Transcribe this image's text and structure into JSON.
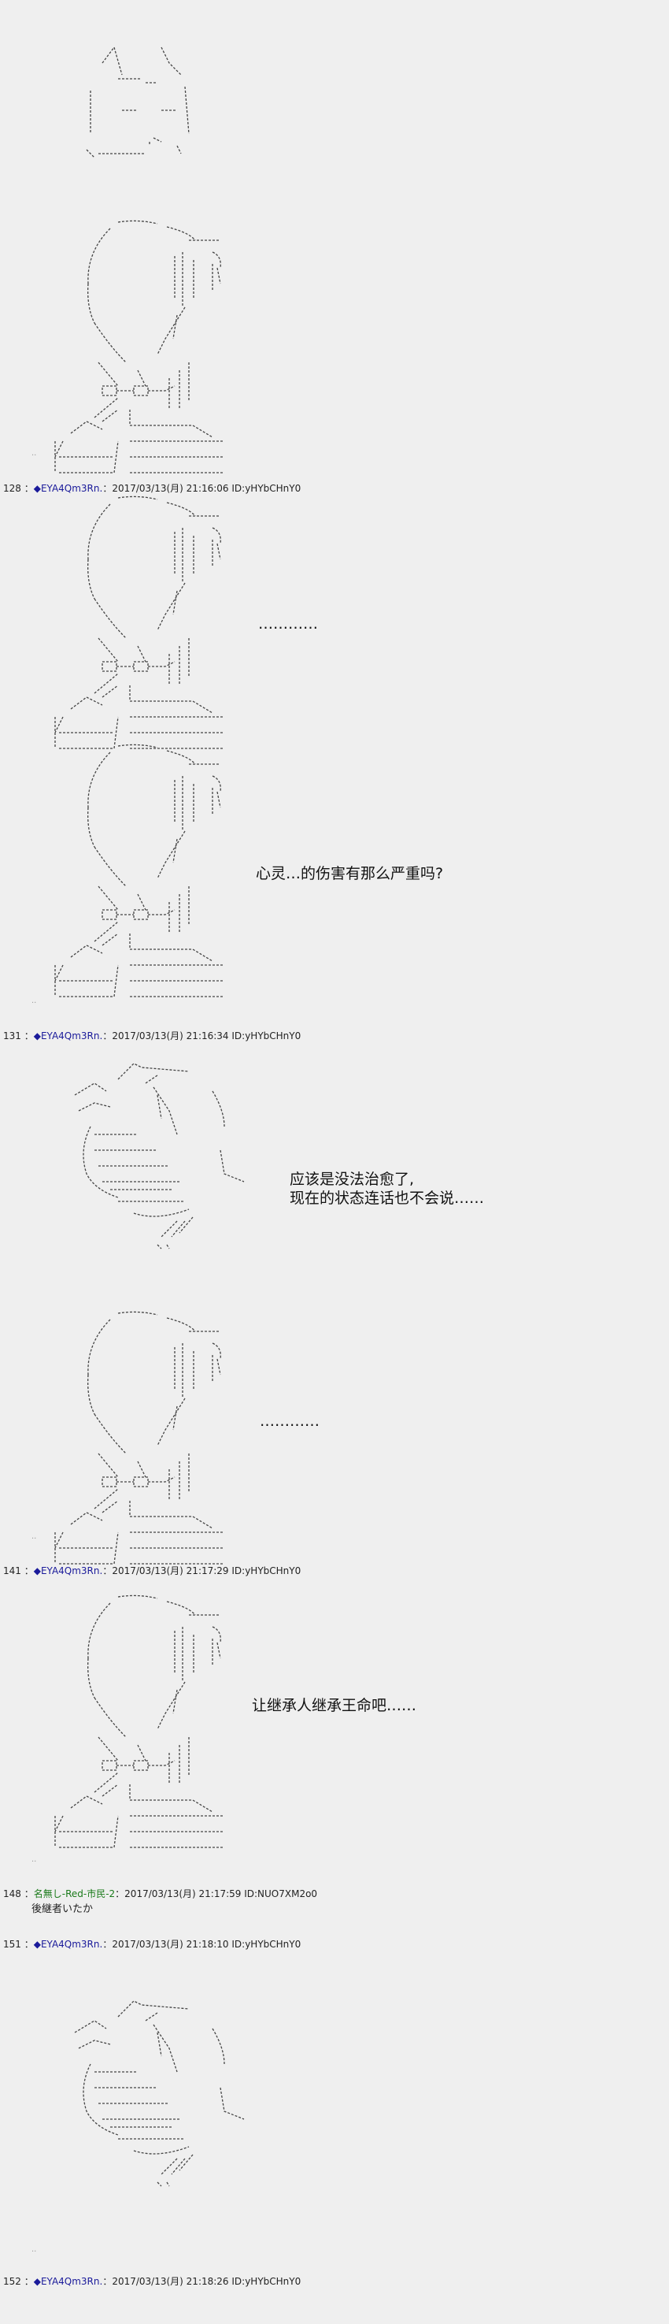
{
  "posts": [
    {
      "num": "128",
      "name": "◆EYA4Qm3Rn.",
      "meta": "：2017/03/13(月) 21:16:06 ID:yHYbCHnY0"
    },
    {
      "num": "131",
      "name": "◆EYA4Qm3Rn.",
      "meta": "：2017/03/13(月) 21:16:34 ID:yHYbCHnY0"
    },
    {
      "num": "141",
      "name": "◆EYA4Qm3Rn.",
      "meta": "：2017/03/13(月) 21:17:29 ID:yHYbCHnY0"
    },
    {
      "num": "148",
      "name": "名無し-Red-市民-2",
      "meta": "：2017/03/13(月) 21:17:59 ID:NUO7XM2o0",
      "body": "後継者いたか"
    },
    {
      "num": "151",
      "name": "◆EYA4Qm3Rn.",
      "meta": "：2017/03/13(月) 21:18:10 ID:yHYbCHnY0"
    },
    {
      "num": "152",
      "name": "◆EYA4Qm3Rn.",
      "meta": "：2017/03/13(月) 21:18:26 ID:yHYbCHnY0"
    }
  ],
  "speech": {
    "s1": "…………",
    "s2": "心灵…的伤害有那么严重吗?",
    "s3a": "应该是没法治愈了,",
    "s3b": "现在的状态连话也不会说……",
    "s4": "…………",
    "s5": "让继承人继承王命吧……"
  }
}
